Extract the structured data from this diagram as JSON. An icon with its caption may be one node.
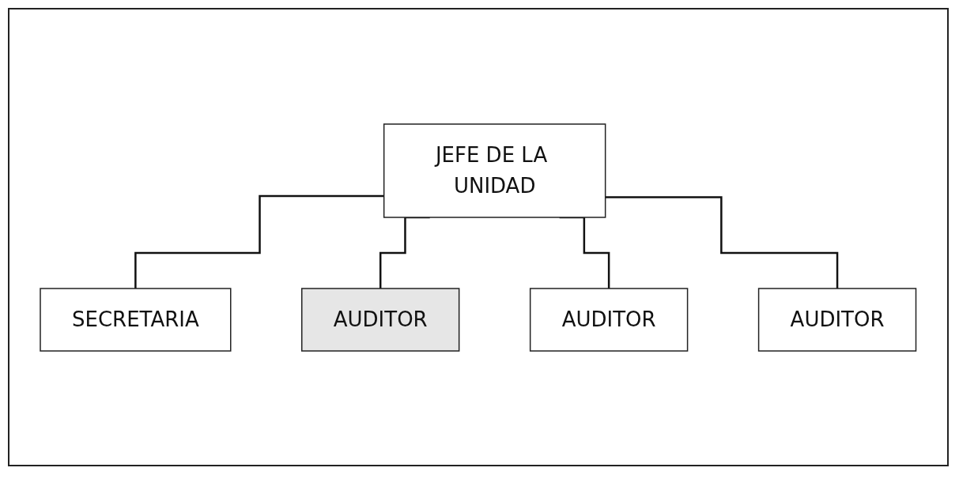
{
  "diagram": {
    "nodes": [
      {
        "text": [
          "JEFE DE LA UNIDAD"
        ]
      },
      {
        "text": [
          "SECRETARIA"
        ]
      },
      {
        "text": [
          "AUDITOR"
        ]
      },
      {
        "text": [
          "AUDITOR"
        ]
      },
      {
        "text": [
          "AUDITOR"
        ]
      }
    ],
    "edges": [
      {
        "from": 0,
        "to": 1,
        "arrow": "none"
      },
      {
        "from": 0,
        "to": 2,
        "arrow": "none"
      },
      {
        "from": 0,
        "to": 3,
        "arrow": "none"
      },
      {
        "from": 0,
        "to": 4,
        "arrow": "none"
      }
    ]
  }
}
